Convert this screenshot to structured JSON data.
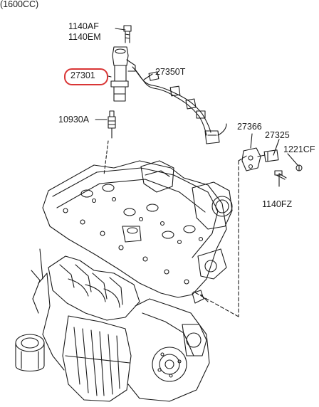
{
  "header": {
    "engine_note": "(1600CC)"
  },
  "callouts": {
    "bolt_a": "1140AF",
    "bolt_b": "1140EM",
    "ignition_coil": "27301",
    "harness": "27350T",
    "spark_plug": "10930A",
    "bracket": "27366",
    "sensor": "27325",
    "clip": "1221CF",
    "bolt_c": "1140FZ"
  },
  "colors": {
    "highlight": "#d93535",
    "line": "#1a1a1a"
  }
}
